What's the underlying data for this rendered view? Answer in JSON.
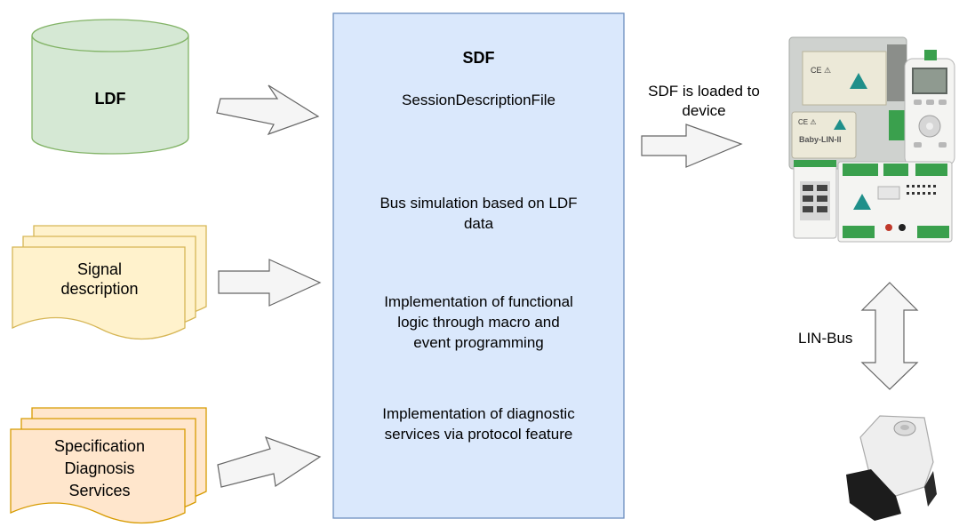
{
  "colors": {
    "ldf_fill": "#d5e8d4",
    "ldf_stroke": "#82b366",
    "signal_fill": "#fff2cc",
    "signal_stroke": "#d6b656",
    "spec_fill": "#ffe6cc",
    "spec_stroke": "#d79b00",
    "sdf_fill": "#dae8fc",
    "sdf_stroke": "#6c8ebf",
    "arrow_fill": "#f5f5f5",
    "arrow_stroke": "#666666"
  },
  "ldf": {
    "label": "LDF"
  },
  "signal": {
    "label": "Signal\ndescription"
  },
  "spec": {
    "label": "Specification\nDiagnosis\nServices"
  },
  "sdf": {
    "title": "SDF",
    "subtitle": "SessionDescriptionFile",
    "item1": "Bus simulation based on LDF\ndata",
    "item2": "Implementation of functional\nlogic through macro and\nevent programming",
    "item3": "Implementation of diagnostic\nservices via protocol feature"
  },
  "load_label": "SDF is loaded to\ndevice",
  "bus_label": "LIN-Bus"
}
